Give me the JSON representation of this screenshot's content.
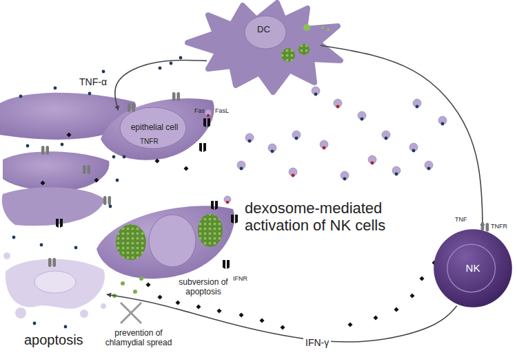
{
  "diagram": {
    "nodes": [
      {
        "text": [
          "DC"
        ]
      },
      {
        "text": [
          "epithelial cell"
        ]
      },
      {
        "text": [
          "NK"
        ]
      },
      {
        "text": [
          "apoptosis"
        ]
      }
    ],
    "edges": [
      {
        "from": 0,
        "to": 1,
        "label": "TNF-α",
        "arrow": "to"
      },
      {
        "from": 0,
        "to": 2,
        "arrow": "to"
      },
      {
        "from": 2,
        "to": 3,
        "label": "IFN-γ",
        "arrow": "to"
      }
    ],
    "labels": [
      "TNFR",
      "Fas",
      "FasL",
      "dexosome-mediated activation of NK cells",
      "IFNR",
      "subversion of apoptosis",
      "prevention of chlamydial spread",
      "TNF",
      "TNFR"
    ]
  }
}
